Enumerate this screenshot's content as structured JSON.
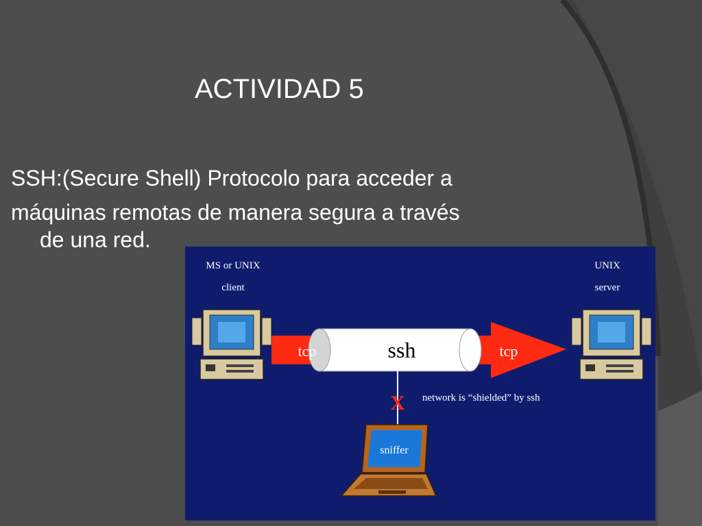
{
  "slide": {
    "title": "ACTIVIDAD 5",
    "line1": "SSH:(Secure Shell) Protocolo para acceder a",
    "line2": "máquinas remotas de manera segura a través",
    "line3": "de una red."
  },
  "diagram": {
    "client_line1": "MS or UNIX",
    "client_line2": "client",
    "server_line1": "UNIX",
    "server_line2": "server",
    "tcp_left": "tcp",
    "tunnel_label": "ssh",
    "tcp_right": "tcp",
    "block_mark": "X",
    "shield_note": "network is “shielded” by ssh",
    "sniffer_label": "sniffer"
  },
  "colors": {
    "background": "#3f3f3f",
    "diagram_bg": "#0f1c6e",
    "arrow": "#ff2a12",
    "text": "#ffffff"
  }
}
